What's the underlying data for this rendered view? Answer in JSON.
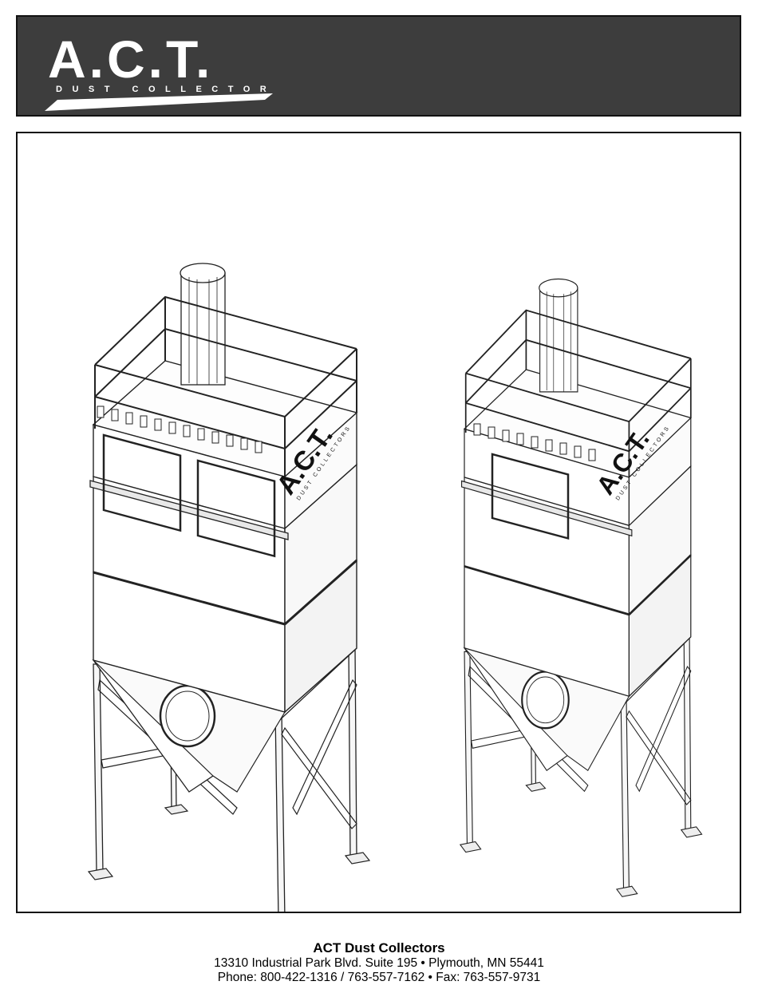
{
  "header": {
    "logo": {
      "wordmark": "A.C.T.",
      "tagline": "DUST COLLECTORS"
    }
  },
  "illustration": {
    "units": [
      {
        "panel_logo": "A.C.T.",
        "panel_tagline": "DUST COLLECTORS",
        "access_doors": 2
      },
      {
        "panel_logo": "A.C.T.",
        "panel_tagline": "DUST COLLECTORS",
        "access_doors": 1
      }
    ]
  },
  "footer": {
    "company": "ACT Dust Collectors",
    "address": "13310 Industrial Park Blvd. Suite 195 • Plymouth, MN 55441",
    "contact": "Phone: 800-422-1316 / 763-557-7162 • Fax: 763-557-9731"
  },
  "colors": {
    "header_bg": "#3d3d3d",
    "logo": "#ffffff",
    "line": "#222222"
  }
}
